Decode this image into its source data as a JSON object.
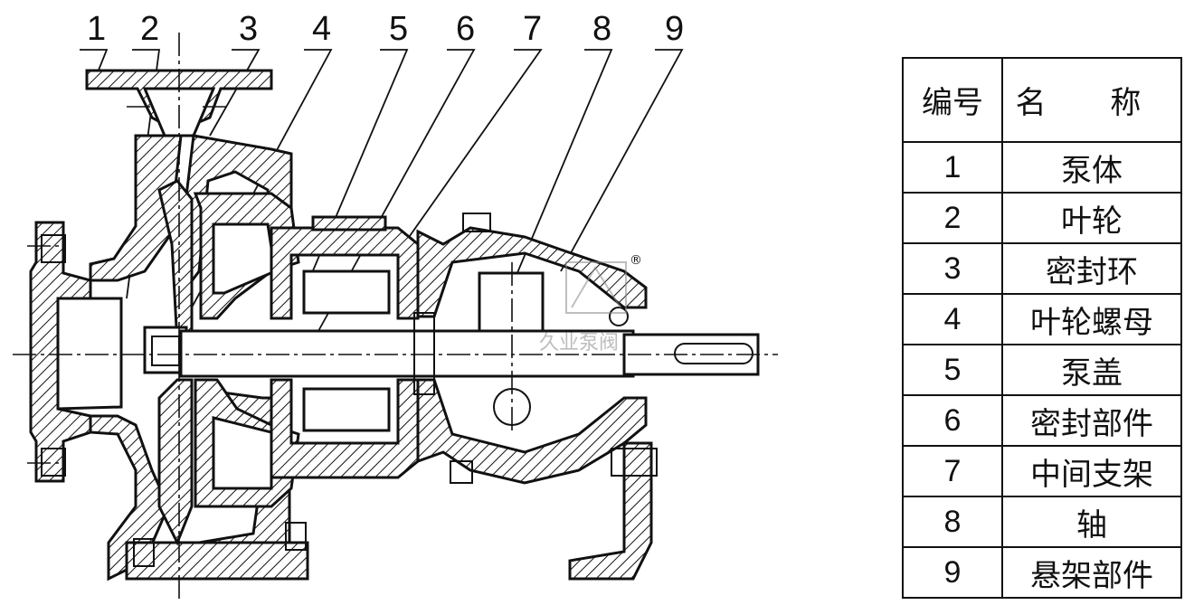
{
  "callouts": [
    "1",
    "2",
    "3",
    "4",
    "5",
    "6",
    "7",
    "8",
    "9"
  ],
  "watermark": "久业泵阀",
  "registered_mark": "®",
  "legend": {
    "header": {
      "number": "编号",
      "name": "名 称"
    },
    "rows": [
      {
        "number": "1",
        "name": "泵体"
      },
      {
        "number": "2",
        "name": "叶轮"
      },
      {
        "number": "3",
        "name": "密封环"
      },
      {
        "number": "4",
        "name": "叶轮螺母"
      },
      {
        "number": "5",
        "name": "泵盖"
      },
      {
        "number": "6",
        "name": "密封部件"
      },
      {
        "number": "7",
        "name": "中间支架"
      },
      {
        "number": "8",
        "name": "轴"
      },
      {
        "number": "9",
        "name": "悬架部件"
      }
    ]
  }
}
